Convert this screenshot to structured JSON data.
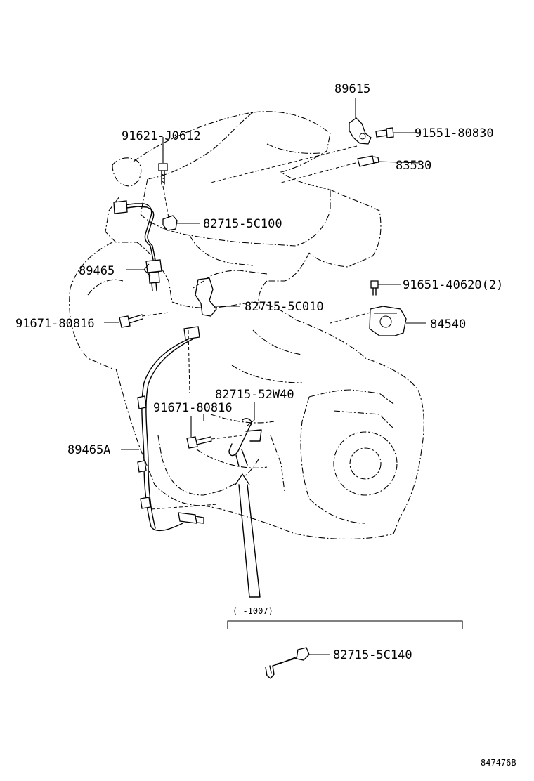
{
  "diagram": {
    "labels": {
      "p89615": "89615",
      "p91551": "91551-80830",
      "p83530": "83530",
      "p91621": "91621-J0612",
      "p82715_5C100": "82715-5C100",
      "p89465": "89465",
      "p91651": "91651-40620(2)",
      "p82715_5C010": "82715-5C010",
      "p91671_a": "91671-80816",
      "p84540": "84540",
      "p82715_52W40": "82715-52W40",
      "p91671_b": "91671-80816",
      "p89465A": "89465A",
      "range_note": "(    -1007)",
      "p82715_5C140": "82715-5C140",
      "drawing_id": "847476B"
    }
  }
}
